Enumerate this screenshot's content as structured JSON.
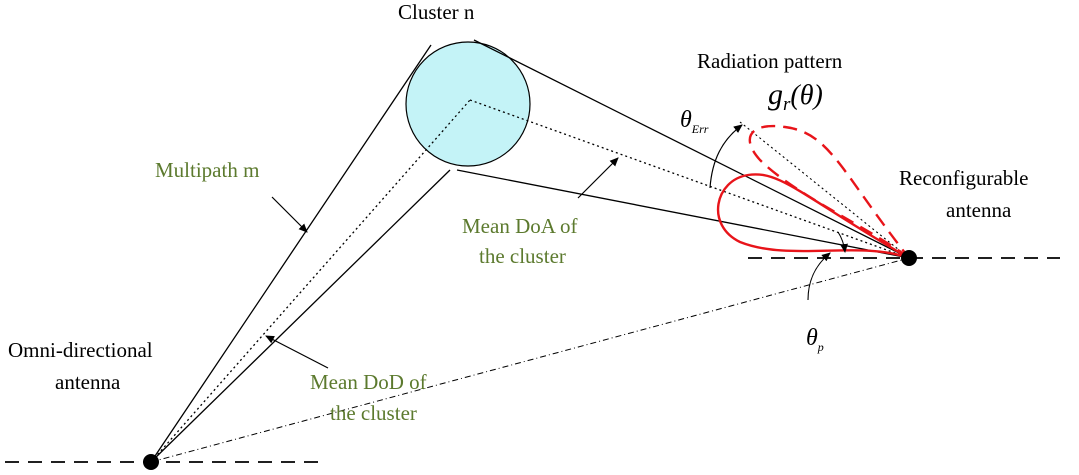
{
  "labels": {
    "cluster": "Cluster n",
    "radiation_pattern": "Radiation pattern",
    "multipath": "Multipath  m",
    "mean_doa_line1": "Mean DoA of",
    "mean_doa_line2": "the cluster",
    "mean_dod_line1": "Mean DoD of",
    "mean_dod_line2": "the cluster",
    "omni_line1": "Omni-directional",
    "omni_line2": "antenna",
    "reconf_line1": "Reconfigurable",
    "reconf_line2": "antenna"
  },
  "symbols": {
    "gain_main": "g",
    "gain_sub": "r",
    "gain_paren": "(θ)",
    "theta_err": "θ",
    "theta_err_sub": "Err",
    "theta_p": "θ",
    "theta_p_sub": "p"
  },
  "colors": {
    "cluster_fill": "#c4f3f7",
    "pattern": "#e8141a",
    "green_text": "#5c7a2e",
    "line": "#000000"
  }
}
